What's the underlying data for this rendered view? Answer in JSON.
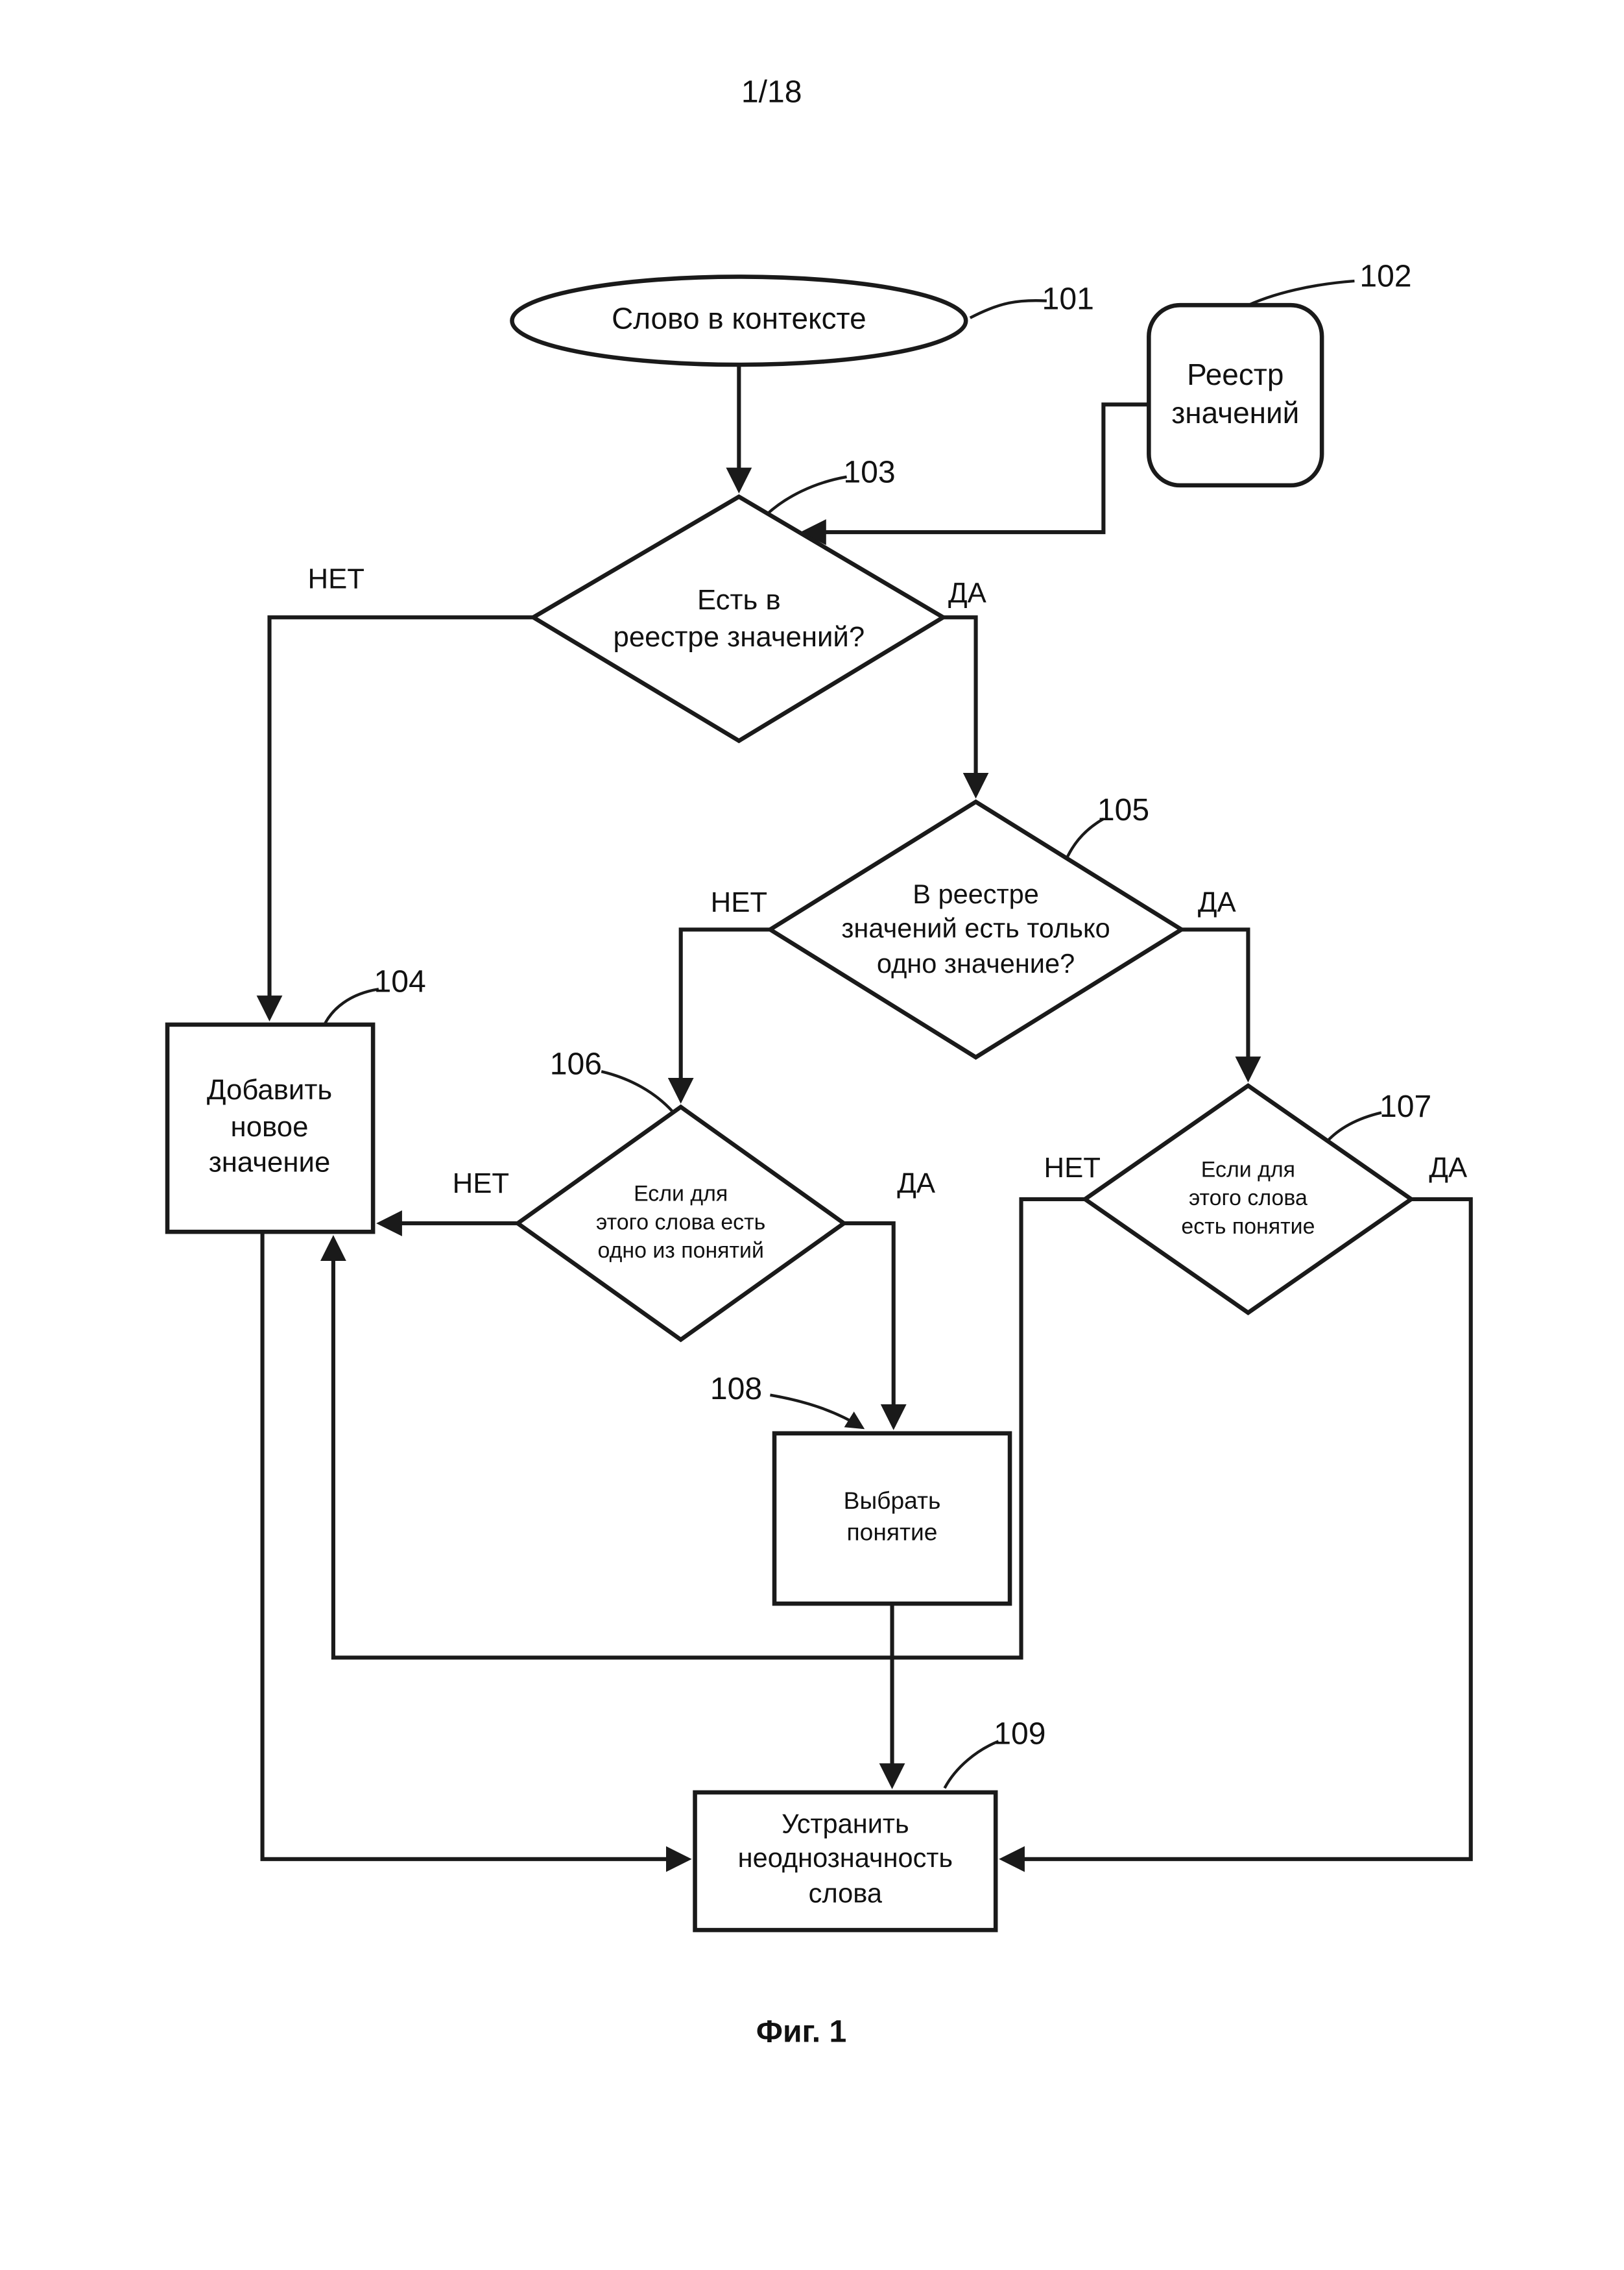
{
  "page": {
    "number": "1/18",
    "caption": "Фиг. 1"
  },
  "branch": {
    "yes": "ДА",
    "no": "НЕТ"
  },
  "nodes": {
    "word_in_context": {
      "id": "101",
      "label": "Слово в контексте",
      "type": "terminator"
    },
    "registry": {
      "id": "102",
      "label": "Реестр\nзначений",
      "type": "data"
    },
    "in_registry": {
      "id": "103",
      "label": "Есть в\nреестре значений?",
      "type": "decision"
    },
    "add_meaning": {
      "id": "104",
      "label": "Добавить\nновое\nзначение",
      "type": "process"
    },
    "only_one": {
      "id": "105",
      "label": "В реестре\nзначений есть только\nодно значение?",
      "type": "decision"
    },
    "one_of_concepts": {
      "id": "106",
      "label": "Если для\nэтого слова есть\nодно из понятий",
      "type": "decision"
    },
    "has_concept": {
      "id": "107",
      "label": "Если для\nэтого слова\nесть понятие",
      "type": "decision"
    },
    "select_concept": {
      "id": "108",
      "label": "Выбрать\nпонятие",
      "type": "process"
    },
    "disambiguate": {
      "id": "109",
      "label": "Устранить\nнеоднозначность\nслова",
      "type": "process"
    }
  },
  "colors": {
    "stroke": "#1a1a1a",
    "fill": "#ffffff"
  }
}
